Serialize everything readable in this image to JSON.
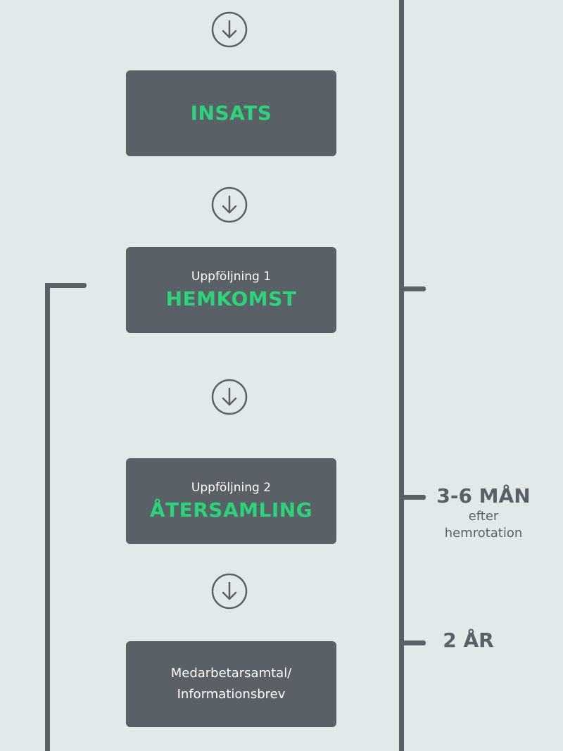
{
  "steps": [
    {
      "sub": "",
      "main": "INSATS",
      "plain": ""
    },
    {
      "sub": "Uppföljning 1",
      "main": "HEMKOMST",
      "plain": ""
    },
    {
      "sub": "Uppföljning 2",
      "main": "ÅTERSAMLING",
      "plain": ""
    },
    {
      "sub": "",
      "main": "",
      "plain": "Medarbetarsamtal/\nInformationsbrev"
    }
  ],
  "timeline": {
    "marker_1": {
      "big": "3-6 MÅN",
      "small": "efter\nhemrotation"
    },
    "marker_2": {
      "big": "2 ÅR"
    }
  },
  "colors": {
    "background": "#e2e9eb",
    "box": "#5a6166",
    "accent": "#2bd47a",
    "line": "#5a6166"
  },
  "icons": {
    "connector": "circled-down-arrow-icon"
  }
}
